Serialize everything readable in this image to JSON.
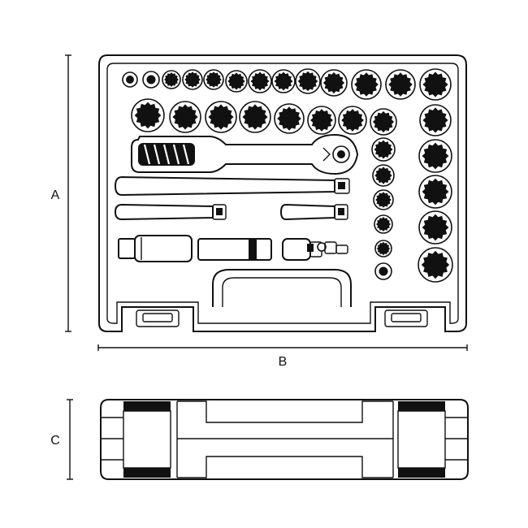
{
  "dimensions": {
    "a_label": "A",
    "b_label": "B",
    "c_label": "C"
  },
  "colors": {
    "ink": "#111111",
    "paper": "#ffffff"
  },
  "icons": {
    "ratchet": "ratchet-handle-icon",
    "extension": "extension-bar-icon",
    "socket": "socket-icon",
    "universal_joint": "universal-joint-icon",
    "spark_plug_socket": "spark-plug-socket-icon"
  }
}
